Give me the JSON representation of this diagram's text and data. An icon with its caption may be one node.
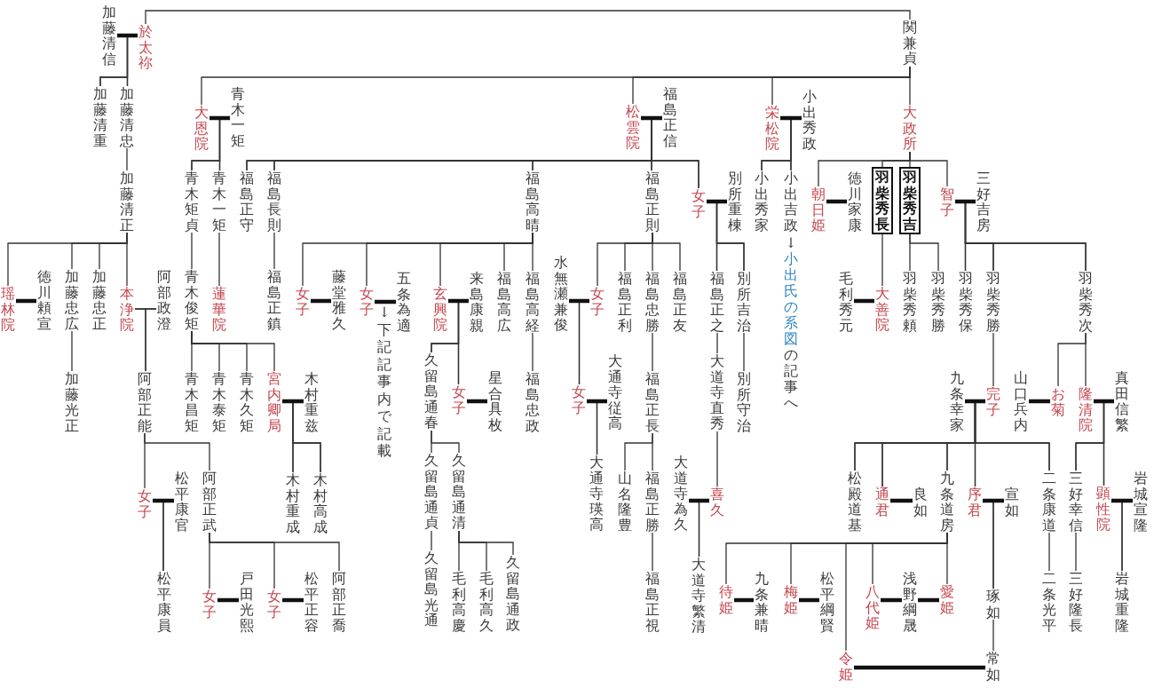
{
  "diagram": {
    "nodes": [
      {
        "text": [
          "関兼貞"
        ]
      },
      {
        "text": [
          "加藤清信"
        ]
      },
      {
        "text": [
          "於太祢"
        ]
      },
      {
        "text": [
          "加藤清重"
        ]
      },
      {
        "text": [
          "加藤清忠"
        ]
      },
      {
        "text": [
          "加藤清正"
        ]
      },
      {
        "text": [
          "大恩院"
        ]
      },
      {
        "text": [
          "青木一矩"
        ]
      },
      {
        "text": [
          "松雲院"
        ]
      },
      {
        "text": [
          "福島正信"
        ]
      },
      {
        "text": [
          "栄松院"
        ]
      },
      {
        "text": [
          "小出秀政"
        ]
      },
      {
        "text": [
          "大政所"
        ]
      },
      {
        "text": [
          "青木矩貞"
        ]
      },
      {
        "text": [
          "青木一矩"
        ]
      },
      {
        "text": [
          "福島正守"
        ]
      },
      {
        "text": [
          "福島長則"
        ]
      },
      {
        "text": [
          "福島高晴"
        ]
      },
      {
        "text": [
          "福島正則"
        ]
      },
      {
        "text": [
          "女子"
        ]
      },
      {
        "text": [
          "別所重棟"
        ]
      },
      {
        "text": [
          "小出秀家"
        ]
      },
      {
        "text": [
          "小出吉政"
        ],
        "beside": [
          "↓小出氏の系図の記事へ"
        ]
      },
      {
        "text": [
          "朝日姫"
        ]
      },
      {
        "text": [
          "徳川家康"
        ]
      },
      {
        "text": [
          "羽柴秀長"
        ]
      },
      {
        "text": [
          "羽柴秀吉"
        ]
      },
      {
        "text": [
          "智子"
        ]
      },
      {
        "text": [
          "三好吉房"
        ]
      },
      {
        "text": [
          "瑶林院"
        ]
      },
      {
        "text": [
          "徳川頼宣"
        ]
      },
      {
        "text": [
          "加藤忠広"
        ]
      },
      {
        "text": [
          "加藤忠正"
        ]
      },
      {
        "text": [
          "本浄院"
        ]
      },
      {
        "text": [
          "阿部政澄"
        ]
      },
      {
        "text": [
          "青木俊矩"
        ]
      },
      {
        "text": [
          "蓮華院"
        ]
      },
      {
        "text": [
          "福島正鎮"
        ]
      },
      {
        "text": [
          "女子"
        ]
      },
      {
        "text": [
          "藤堂雅久"
        ]
      },
      {
        "text": [
          "女子"
        ]
      },
      {
        "text": [
          "五条為適"
        ],
        "beside": [
          "↓下記記事内で記載"
        ]
      },
      {
        "text": [
          "玄興院"
        ]
      },
      {
        "text": [
          "来島康親"
        ]
      },
      {
        "text": [
          "福島高広"
        ]
      },
      {
        "text": [
          "福島高経"
        ]
      },
      {
        "text": [
          "水無瀬兼俊"
        ]
      },
      {
        "text": [
          "女子"
        ]
      },
      {
        "text": [
          "福島正利"
        ]
      },
      {
        "text": [
          "福島忠勝"
        ]
      },
      {
        "text": [
          "福島正友"
        ]
      },
      {
        "text": [
          "福島正之"
        ]
      },
      {
        "text": [
          "別所吉治"
        ]
      },
      {
        "text": [
          "毛利秀元"
        ]
      },
      {
        "text": [
          "大善院"
        ]
      },
      {
        "text": [
          "羽柴秀頼"
        ]
      },
      {
        "text": [
          "羽柴秀勝"
        ]
      },
      {
        "text": [
          "羽柴秀保"
        ]
      },
      {
        "text": [
          "羽柴秀勝"
        ]
      },
      {
        "text": [
          "羽柴秀次"
        ]
      },
      {
        "text": [
          "加藤光正"
        ]
      },
      {
        "text": [
          "阿部正能"
        ]
      },
      {
        "text": [
          "青木昌矩"
        ]
      },
      {
        "text": [
          "青木泰矩"
        ]
      },
      {
        "text": [
          "青木久矩"
        ]
      },
      {
        "text": [
          "宮内卿局"
        ]
      },
      {
        "text": [
          "木村重兹"
        ]
      },
      {
        "text": [
          "久留島通春"
        ]
      },
      {
        "text": [
          "女子"
        ]
      },
      {
        "text": [
          "星合具枚"
        ]
      },
      {
        "text": [
          "福島忠政"
        ]
      },
      {
        "text": [
          "女子"
        ]
      },
      {
        "text": [
          "大通寺従高"
        ]
      },
      {
        "text": [
          "福島正長"
        ]
      },
      {
        "text": [
          "大道寺直秀"
        ]
      },
      {
        "text": [
          "別所守治"
        ]
      },
      {
        "text": [
          "九条幸家"
        ]
      },
      {
        "text": [
          "完子"
        ]
      },
      {
        "text": [
          "山口兵内"
        ]
      },
      {
        "text": [
          "お菊"
        ]
      },
      {
        "text": [
          "隆清院"
        ]
      },
      {
        "text": [
          "真田信繁"
        ]
      },
      {
        "text": [
          "女子"
        ]
      },
      {
        "text": [
          "松平康官"
        ]
      },
      {
        "text": [
          "阿部正武"
        ]
      },
      {
        "text": [
          "木村重成"
        ]
      },
      {
        "text": [
          "木村高成"
        ]
      },
      {
        "text": [
          "久留島通貞"
        ]
      },
      {
        "text": [
          "久留島通清"
        ]
      },
      {
        "text": [
          "大通寺瑛高"
        ]
      },
      {
        "text": [
          "山名隆豊"
        ]
      },
      {
        "text": [
          "福島正勝"
        ]
      },
      {
        "text": [
          "大道寺為久"
        ]
      },
      {
        "text": [
          "喜久"
        ]
      },
      {
        "text": [
          "松殿道基"
        ]
      },
      {
        "text": [
          "通君"
        ]
      },
      {
        "text": [
          "良如"
        ]
      },
      {
        "text": [
          "九条道房"
        ]
      },
      {
        "text": [
          "序君"
        ]
      },
      {
        "text": [
          "宣如"
        ]
      },
      {
        "text": [
          "二条康道"
        ]
      },
      {
        "text": [
          "三好幸信"
        ]
      },
      {
        "text": [
          "顕性院"
        ]
      },
      {
        "text": [
          "岩城宣隆"
        ]
      },
      {
        "text": [
          "松平康員"
        ]
      },
      {
        "text": [
          "女子"
        ]
      },
      {
        "text": [
          "戸田光熙"
        ]
      },
      {
        "text": [
          "女子"
        ]
      },
      {
        "text": [
          "松平正容"
        ]
      },
      {
        "text": [
          "阿部正喬"
        ]
      },
      {
        "text": [
          "久留島光通"
        ]
      },
      {
        "text": [
          "毛利高慶"
        ]
      },
      {
        "text": [
          "毛利高久"
        ]
      },
      {
        "text": [
          "久留島通政"
        ]
      },
      {
        "text": [
          "福島正視"
        ]
      },
      {
        "text": [
          "大道寺繁清"
        ]
      },
      {
        "text": [
          "待姫"
        ]
      },
      {
        "text": [
          "九条兼晴"
        ]
      },
      {
        "text": [
          "梅姫"
        ]
      },
      {
        "text": [
          "松平綱賢"
        ]
      },
      {
        "text": [
          "八代姫"
        ]
      },
      {
        "text": [
          "浅野綱晟"
        ]
      },
      {
        "text": [
          "愛姫"
        ]
      },
      {
        "text": [
          "琢如"
        ]
      },
      {
        "text": [
          "二条光平"
        ]
      },
      {
        "text": [
          "三好隆長"
        ]
      },
      {
        "text": [
          "岩城重隆"
        ]
      },
      {
        "text": [
          "令姫"
        ]
      },
      {
        "text": [
          "常如"
        ]
      }
    ],
    "edges": [
      {
        "from": 0,
        "to": 2,
        "arrow": "none"
      },
      {
        "from": 0,
        "to": 6,
        "arrow": "none"
      },
      {
        "from": 0,
        "to": 8,
        "arrow": "none"
      },
      {
        "from": 0,
        "to": 10,
        "arrow": "none"
      },
      {
        "from": 0,
        "to": 12,
        "arrow": "none"
      },
      {
        "from": 1,
        "to": 2,
        "arrow": "none",
        "style": "thick"
      },
      {
        "from": 1,
        "to": 3,
        "arrow": "none"
      },
      {
        "from": 2,
        "to": 3,
        "arrow": "none"
      },
      {
        "from": 1,
        "to": 4,
        "arrow": "none"
      },
      {
        "from": 2,
        "to": 4,
        "arrow": "none"
      },
      {
        "from": 4,
        "to": 5,
        "arrow": "none"
      },
      {
        "from": 5,
        "to": 29,
        "arrow": "none"
      },
      {
        "from": 5,
        "to": 31,
        "arrow": "none"
      },
      {
        "from": 5,
        "to": 32,
        "arrow": "none"
      },
      {
        "from": 5,
        "to": 33,
        "arrow": "none"
      },
      {
        "from": 30,
        "to": 29,
        "arrow": "none",
        "style": "thick"
      },
      {
        "from": 31,
        "to": 60,
        "arrow": "none"
      },
      {
        "from": 34,
        "to": 33,
        "arrow": "none"
      },
      {
        "from": 33,
        "to": 61,
        "arrow": "none"
      },
      {
        "from": 34,
        "to": 61,
        "arrow": "none"
      },
      {
        "from": 61,
        "to": 82,
        "arrow": "none"
      },
      {
        "from": 61,
        "to": 84,
        "arrow": "none"
      },
      {
        "from": 83,
        "to": 82,
        "arrow": "none",
        "style": "thick"
      },
      {
        "from": 82,
        "to": 104,
        "arrow": "none"
      },
      {
        "from": 83,
        "to": 104,
        "arrow": "none"
      },
      {
        "from": 84,
        "to": 105,
        "arrow": "none"
      },
      {
        "from": 84,
        "to": 107,
        "arrow": "none"
      },
      {
        "from": 84,
        "to": 109,
        "arrow": "none"
      },
      {
        "from": 106,
        "to": 105,
        "arrow": "none",
        "style": "thick"
      },
      {
        "from": 108,
        "to": 107,
        "arrow": "none",
        "style": "thick"
      },
      {
        "from": 7,
        "to": 6,
        "arrow": "none",
        "style": "thick"
      },
      {
        "from": 6,
        "to": 13,
        "arrow": "none"
      },
      {
        "from": 7,
        "to": 13,
        "arrow": "none"
      },
      {
        "from": 6,
        "to": 14,
        "arrow": "none"
      },
      {
        "from": 7,
        "to": 14,
        "arrow": "none"
      },
      {
        "from": 13,
        "to": 35,
        "arrow": "none"
      },
      {
        "from": 14,
        "to": 36,
        "arrow": "none"
      },
      {
        "from": 35,
        "to": 62,
        "arrow": "none"
      },
      {
        "from": 35,
        "to": 63,
        "arrow": "none"
      },
      {
        "from": 35,
        "to": 64,
        "arrow": "none"
      },
      {
        "from": 35,
        "to": 65,
        "arrow": "none"
      },
      {
        "from": 66,
        "to": 65,
        "arrow": "none",
        "style": "thick"
      },
      {
        "from": 65,
        "to": 85,
        "arrow": "none"
      },
      {
        "from": 66,
        "to": 85,
        "arrow": "none"
      },
      {
        "from": 65,
        "to": 86,
        "arrow": "none"
      },
      {
        "from": 66,
        "to": 86,
        "arrow": "none"
      },
      {
        "from": 9,
        "to": 8,
        "arrow": "none",
        "style": "thick"
      },
      {
        "from": 8,
        "to": 15,
        "arrow": "none"
      },
      {
        "from": 9,
        "to": 15,
        "arrow": "none"
      },
      {
        "from": 8,
        "to": 16,
        "arrow": "none"
      },
      {
        "from": 9,
        "to": 16,
        "arrow": "none"
      },
      {
        "from": 8,
        "to": 17,
        "arrow": "none"
      },
      {
        "from": 9,
        "to": 17,
        "arrow": "none"
      },
      {
        "from": 8,
        "to": 18,
        "arrow": "none"
      },
      {
        "from": 9,
        "to": 18,
        "arrow": "none"
      },
      {
        "from": 8,
        "to": 19,
        "arrow": "none"
      },
      {
        "from": 9,
        "to": 19,
        "arrow": "none"
      },
      {
        "from": 16,
        "to": 37,
        "arrow": "none"
      },
      {
        "from": 17,
        "to": 38,
        "arrow": "none"
      },
      {
        "from": 17,
        "to": 40,
        "arrow": "none"
      },
      {
        "from": 17,
        "to": 42,
        "arrow": "none"
      },
      {
        "from": 17,
        "to": 44,
        "arrow": "none"
      },
      {
        "from": 17,
        "to": 45,
        "arrow": "none"
      },
      {
        "from": 39,
        "to": 38,
        "arrow": "none",
        "style": "thick"
      },
      {
        "from": 41,
        "to": 40,
        "arrow": "none",
        "style": "thick"
      },
      {
        "from": 43,
        "to": 42,
        "arrow": "none",
        "style": "thick"
      },
      {
        "from": 42,
        "to": 67,
        "arrow": "none"
      },
      {
        "from": 43,
        "to": 67,
        "arrow": "none"
      },
      {
        "from": 42,
        "to": 68,
        "arrow": "none"
      },
      {
        "from": 43,
        "to": 68,
        "arrow": "none"
      },
      {
        "from": 69,
        "to": 68,
        "arrow": "none",
        "style": "thick"
      },
      {
        "from": 67,
        "to": 87,
        "arrow": "none"
      },
      {
        "from": 67,
        "to": 88,
        "arrow": "none"
      },
      {
        "from": 87,
        "to": 110,
        "arrow": "none"
      },
      {
        "from": 88,
        "to": 111,
        "arrow": "none"
      },
      {
        "from": 88,
        "to": 112,
        "arrow": "none"
      },
      {
        "from": 88,
        "to": 113,
        "arrow": "none"
      },
      {
        "from": 45,
        "to": 70,
        "arrow": "none"
      },
      {
        "from": 18,
        "to": 47,
        "arrow": "none"
      },
      {
        "from": 18,
        "to": 48,
        "arrow": "none"
      },
      {
        "from": 18,
        "to": 49,
        "arrow": "none"
      },
      {
        "from": 18,
        "to": 50,
        "arrow": "none"
      },
      {
        "from": 46,
        "to": 47,
        "arrow": "none",
        "style": "thick"
      },
      {
        "from": 47,
        "to": 71,
        "arrow": "none"
      },
      {
        "from": 46,
        "to": 71,
        "arrow": "none"
      },
      {
        "from": 72,
        "to": 71,
        "arrow": "none",
        "style": "thick"
      },
      {
        "from": 71,
        "to": 89,
        "arrow": "none"
      },
      {
        "from": 72,
        "to": 89,
        "arrow": "none"
      },
      {
        "from": 49,
        "to": 73,
        "arrow": "none"
      },
      {
        "from": 73,
        "to": 90,
        "arrow": "none"
      },
      {
        "from": 73,
        "to": 91,
        "arrow": "none"
      },
      {
        "from": 91,
        "to": 114,
        "arrow": "none"
      },
      {
        "from": 20,
        "to": 19,
        "arrow": "none",
        "style": "thick"
      },
      {
        "from": 19,
        "to": 51,
        "arrow": "none"
      },
      {
        "from": 20,
        "to": 51,
        "arrow": "none"
      },
      {
        "from": 19,
        "to": 52,
        "arrow": "none"
      },
      {
        "from": 20,
        "to": 52,
        "arrow": "none"
      },
      {
        "from": 51,
        "to": 74,
        "arrow": "none"
      },
      {
        "from": 74,
        "to": 93,
        "arrow": "none"
      },
      {
        "from": 92,
        "to": 93,
        "arrow": "none",
        "style": "thick"
      },
      {
        "from": 93,
        "to": 115,
        "arrow": "none"
      },
      {
        "from": 92,
        "to": 115,
        "arrow": "none"
      },
      {
        "from": 52,
        "to": 75,
        "arrow": "none"
      },
      {
        "from": 11,
        "to": 10,
        "arrow": "none",
        "style": "thick"
      },
      {
        "from": 10,
        "to": 21,
        "arrow": "none"
      },
      {
        "from": 11,
        "to": 21,
        "arrow": "none"
      },
      {
        "from": 10,
        "to": 22,
        "arrow": "none"
      },
      {
        "from": 11,
        "to": 22,
        "arrow": "none"
      },
      {
        "from": 12,
        "to": 23,
        "arrow": "none"
      },
      {
        "from": 12,
        "to": 25,
        "arrow": "none"
      },
      {
        "from": 12,
        "to": 26,
        "arrow": "none"
      },
      {
        "from": 12,
        "to": 27,
        "arrow": "none"
      },
      {
        "from": 24,
        "to": 23,
        "arrow": "none",
        "style": "thick"
      },
      {
        "from": 25,
        "to": 54,
        "arrow": "none"
      },
      {
        "from": 53,
        "to": 54,
        "arrow": "none",
        "style": "thick"
      },
      {
        "from": 26,
        "to": 55,
        "arrow": "none"
      },
      {
        "from": 26,
        "to": 56,
        "arrow": "none"
      },
      {
        "from": 28,
        "to": 27,
        "arrow": "none",
        "style": "thick"
      },
      {
        "from": 27,
        "to": 57,
        "arrow": "none"
      },
      {
        "from": 28,
        "to": 57,
        "arrow": "none"
      },
      {
        "from": 27,
        "to": 58,
        "arrow": "none"
      },
      {
        "from": 28,
        "to": 58,
        "arrow": "none"
      },
      {
        "from": 27,
        "to": 59,
        "arrow": "none"
      },
      {
        "from": 28,
        "to": 59,
        "arrow": "none"
      },
      {
        "from": 59,
        "to": 79,
        "arrow": "none"
      },
      {
        "from": 59,
        "to": 80,
        "arrow": "none"
      },
      {
        "from": 78,
        "to": 79,
        "arrow": "none",
        "style": "thick"
      },
      {
        "from": 81,
        "to": 80,
        "arrow": "none",
        "style": "thick"
      },
      {
        "from": 80,
        "to": 101,
        "arrow": "none"
      },
      {
        "from": 81,
        "to": 101,
        "arrow": "none"
      },
      {
        "from": 80,
        "to": 102,
        "arrow": "none"
      },
      {
        "from": 81,
        "to": 102,
        "arrow": "none"
      },
      {
        "from": 101,
        "to": 125,
        "arrow": "none"
      },
      {
        "from": 103,
        "to": 102,
        "arrow": "none",
        "style": "thick"
      },
      {
        "from": 102,
        "to": 126,
        "arrow": "none"
      },
      {
        "from": 103,
        "to": 126,
        "arrow": "none"
      },
      {
        "from": 58,
        "to": 77,
        "arrow": "none"
      },
      {
        "from": 76,
        "to": 77,
        "arrow": "none",
        "style": "thick"
      },
      {
        "from": 77,
        "to": 94,
        "arrow": "none"
      },
      {
        "from": 76,
        "to": 94,
        "arrow": "none"
      },
      {
        "from": 77,
        "to": 95,
        "arrow": "none"
      },
      {
        "from": 76,
        "to": 95,
        "arrow": "none"
      },
      {
        "from": 77,
        "to": 97,
        "arrow": "none"
      },
      {
        "from": 76,
        "to": 97,
        "arrow": "none"
      },
      {
        "from": 77,
        "to": 98,
        "arrow": "none"
      },
      {
        "from": 76,
        "to": 98,
        "arrow": "none"
      },
      {
        "from": 77,
        "to": 100,
        "arrow": "none"
      },
      {
        "from": 76,
        "to": 100,
        "arrow": "none"
      },
      {
        "from": 96,
        "to": 95,
        "arrow": "none",
        "style": "thick"
      },
      {
        "from": 99,
        "to": 98,
        "arrow": "none",
        "style": "thick"
      },
      {
        "from": 98,
        "to": 123,
        "arrow": "none"
      },
      {
        "from": 99,
        "to": 123,
        "arrow": "none"
      },
      {
        "from": 123,
        "to": 128,
        "arrow": "none"
      },
      {
        "from": 100,
        "to": 124,
        "arrow": "none"
      },
      {
        "from": 97,
        "to": 116,
        "arrow": "none"
      },
      {
        "from": 97,
        "to": 118,
        "arrow": "none"
      },
      {
        "from": 97,
        "to": 127,
        "arrow": "none"
      },
      {
        "from": 97,
        "to": 120,
        "arrow": "none"
      },
      {
        "from": 97,
        "to": 122,
        "arrow": "none"
      },
      {
        "from": 117,
        "to": 116,
        "arrow": "none",
        "style": "thick"
      },
      {
        "from": 119,
        "to": 118,
        "arrow": "none",
        "style": "thick"
      },
      {
        "from": 121,
        "to": 120,
        "arrow": "none",
        "style": "thick"
      },
      {
        "from": 121,
        "to": 122,
        "arrow": "none",
        "style": "thick"
      },
      {
        "from": 127,
        "to": 128,
        "arrow": "none",
        "style": "thick"
      }
    ]
  }
}
